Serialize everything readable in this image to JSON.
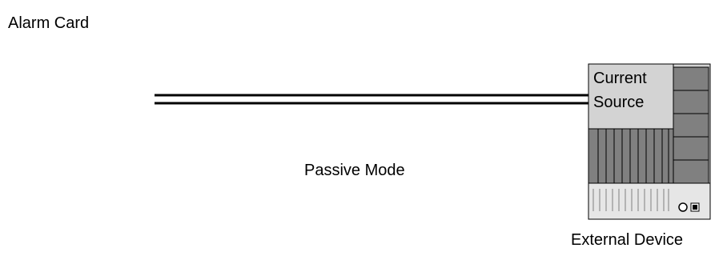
{
  "labels": {
    "alarm_card": "Alarm Card",
    "mode": "Passive Mode",
    "external_device": "External Device"
  },
  "device": {
    "panel_line_1": "Current",
    "panel_line_2": "Source"
  },
  "colors": {
    "device_panel_fill": "#d3d3d3",
    "device_module_fill": "#808080",
    "device_base_fill": "#e6e6e6",
    "line": "#000000"
  }
}
